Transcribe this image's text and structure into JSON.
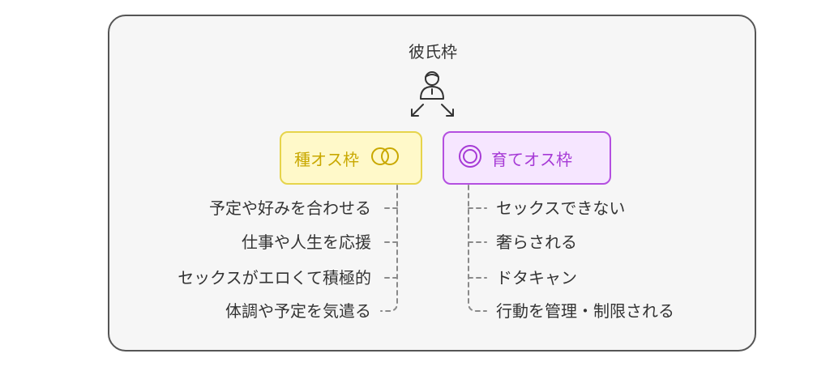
{
  "diagram": {
    "root": {
      "label": "彼氏枠",
      "icon": "person-icon"
    },
    "branches": [
      {
        "label": "種オス枠",
        "icon": "interlocking-rings-icon",
        "color": "#c9a800",
        "fill": "#fff9c9",
        "border": "#e6d44b",
        "items": [
          "予定や好みを合わせる",
          "仕事や人生を応援",
          "セックスがエロくて積極的",
          "体調や予定を気遣る"
        ]
      },
      {
        "label": "育てオス枠",
        "icon": "double-circle-icon",
        "color": "#a63ad6",
        "fill": "#f6e6ff",
        "border": "#b44fe0",
        "items": [
          "セックスできない",
          "奢らされる",
          "ドタキャン",
          "行動を管理・制限される"
        ]
      }
    ],
    "colors": {
      "frame_border": "#555555",
      "frame_fill": "#f6f6f6",
      "connector": "#8a8a8a",
      "text": "#333333"
    }
  }
}
